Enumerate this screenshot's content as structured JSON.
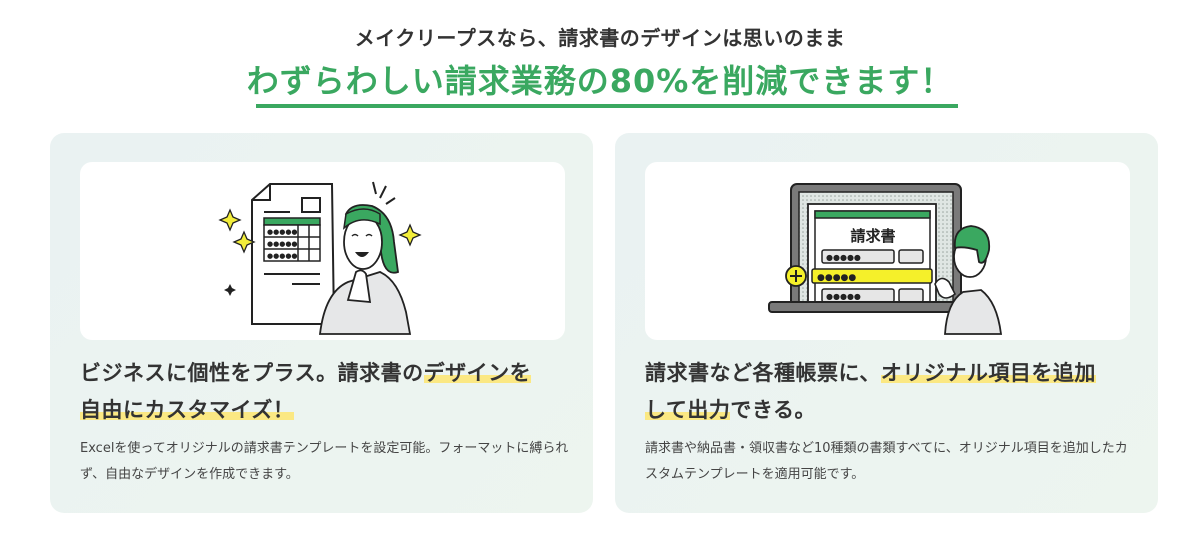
{
  "hero": {
    "subtitle": "メイクリープスなら、請求書のデザインは思いのまま",
    "title": "わずらわしい請求業務の80%を削減できます！",
    "accent_color": "#3aa860",
    "highlight_color": "#fbe883"
  },
  "cards": [
    {
      "illustration": "woman-with-invoice-illustration",
      "heading_plain_1": "ビジネスに個性をプラス。請求書の",
      "heading_highlight": "デザインを自由にカスタマイズ！",
      "heading_hl_line1": "デザインを",
      "heading_hl_line2": "自由にカスタマイズ！",
      "body": "Excelを使ってオリジナルの請求書テンプレートを設定可能。フォーマットに縛られず、自由なデザインを作成できます。"
    },
    {
      "illustration": "man-with-laptop-invoice-illustration",
      "illustration_doc_title": "請求書",
      "heading_plain_1": "請求書など各種帳票に、",
      "heading_hl_line1": "オリジナル項目を追加",
      "heading_hl_line2": "して出力",
      "heading_plain_2": "できる。",
      "body": "請求書や納品書・領収書など10種類の書類すべてに、オリジナル項目を追加したカスタムテンプレートを適用可能です。"
    }
  ]
}
